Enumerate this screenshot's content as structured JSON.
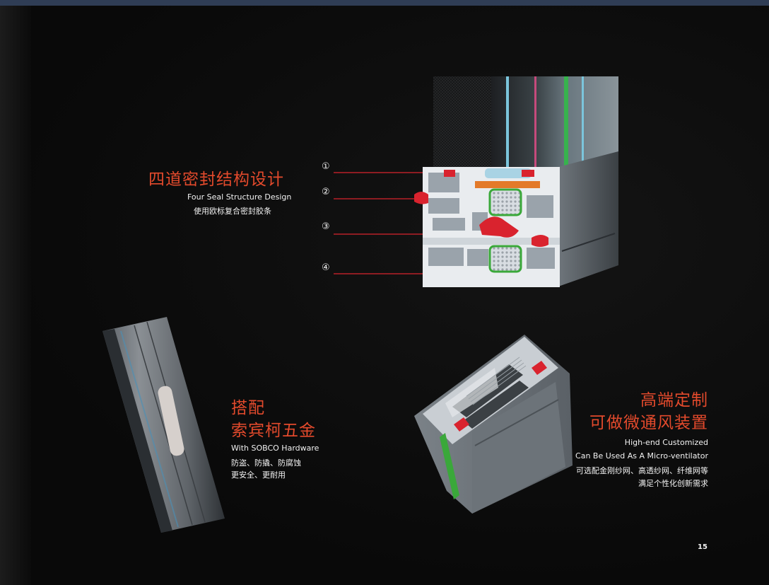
{
  "section1": {
    "title": "四道密封结构设计",
    "subtitle_en": "Four Seal Structure Design",
    "subtitle_cn": "使用欧标复合密封胶条",
    "markers": [
      "①",
      "②",
      "③",
      "④"
    ]
  },
  "section2": {
    "title_line1": "搭配",
    "title_line2": "索宾柯五金",
    "subtitle_en": "With SOBCO Hardware",
    "line1": "防盗、防撬、防腐蚀",
    "line2": "更安全、更耐用"
  },
  "section3": {
    "title_line1": "高端定制",
    "title_line2": "可做微通风装置",
    "en_line1": "High-end Customized",
    "en_line2": "Can Be Used As A Micro-ventilator",
    "cn_line1": "可选配金刚纱网、高透纱网、纤维网等",
    "cn_line2": "满足个性化创新需求"
  },
  "page_number": "15",
  "colors": {
    "accent_red": "#e34a2c",
    "seal_red": "#d9232e",
    "seal_green": "#3aa83a",
    "profile_white": "#e9ecef",
    "profile_gray": "#8c949c",
    "background": "#0b0b0b"
  }
}
